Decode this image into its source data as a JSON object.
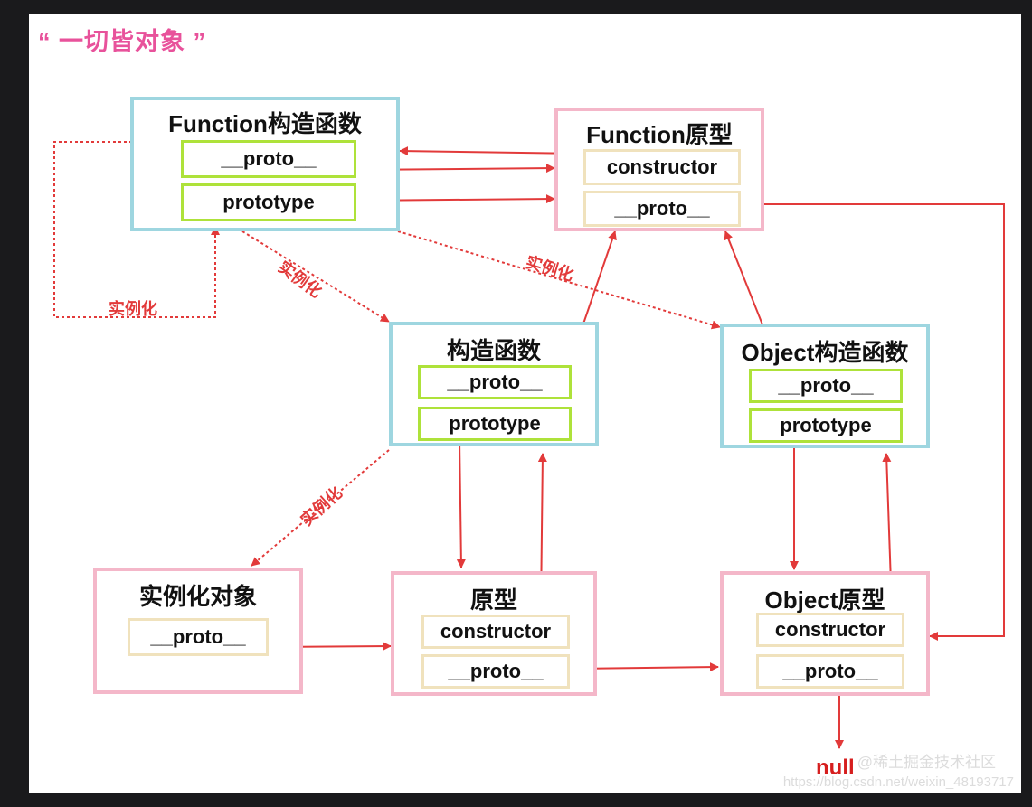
{
  "title": "“ 一切皆对象 ”",
  "boxes": {
    "function_ctor": {
      "title": "Function构造函数",
      "fields": [
        "__proto__",
        "prototype"
      ]
    },
    "function_proto": {
      "title": "Function原型",
      "fields": [
        "constructor",
        "__proto__"
      ]
    },
    "ctor": {
      "title": "构造函数",
      "fields": [
        "__proto__",
        "prototype"
      ]
    },
    "object_ctor": {
      "title": "Object构造函数",
      "fields": [
        "__proto__",
        "prototype"
      ]
    },
    "instance": {
      "title": "实例化对象",
      "fields": [
        "__proto__"
      ]
    },
    "proto": {
      "title": "原型",
      "fields": [
        "constructor",
        "__proto__"
      ]
    },
    "object_proto": {
      "title": "Object原型",
      "fields": [
        "constructor",
        "__proto__"
      ]
    }
  },
  "labels": {
    "instantiate": "实例化",
    "null": "null"
  },
  "watermark": {
    "line1": "@稀土掘金技术社区",
    "line2": "https://blog.csdn.net/weixin_48193717"
  },
  "colors": {
    "arrow": "#e23a3a",
    "constructor_border": "#9ed6e0",
    "prototype_border": "#f4b7c9",
    "title": "#e8529b"
  }
}
